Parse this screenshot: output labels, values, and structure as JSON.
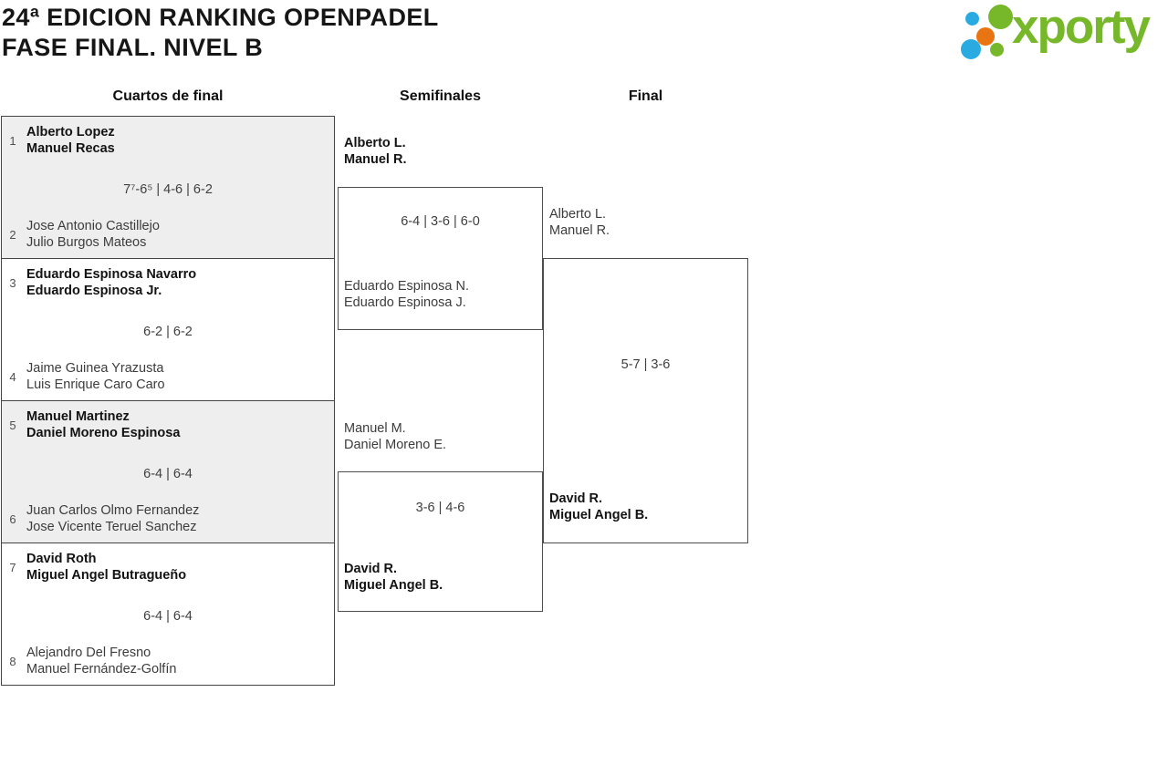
{
  "header": {
    "title_line1": "24ª EDICION RANKING OPENPADEL",
    "title_line2": "FASE FINAL. NIVEL B"
  },
  "logo": {
    "text": "xporty",
    "green": "#76b82a",
    "blue": "#29abe2",
    "orange": "#e87511"
  },
  "columns": {
    "quarterfinals": "Cuartos de final",
    "semifinals": "Semifinales",
    "final": "Final"
  },
  "quarterfinals": [
    {
      "seed_top": "1",
      "top": [
        "Alberto Lopez",
        "Manuel Recas"
      ],
      "score": "7⁷-6⁵ | 4-6 | 6-2",
      "seed_bottom": "2",
      "bottom": [
        "Jose Antonio Castillejo",
        "Julio Burgos Mateos"
      ],
      "winner": "top"
    },
    {
      "seed_top": "3",
      "top": [
        "Eduardo Espinosa Navarro",
        "Eduardo Espinosa Jr."
      ],
      "score": "6-2 | 6-2",
      "seed_bottom": "4",
      "bottom": [
        "Jaime Guinea Yrazusta",
        "Luis Enrique Caro Caro"
      ],
      "winner": "top"
    },
    {
      "seed_top": "5",
      "top": [
        "Manuel Martinez",
        "Daniel Moreno Espinosa"
      ],
      "score": "6-4 | 6-4",
      "seed_bottom": "6",
      "bottom": [
        "Juan Carlos Olmo Fernandez",
        "Jose Vicente Teruel Sanchez"
      ],
      "winner": "top"
    },
    {
      "seed_top": "7",
      "top": [
        "David Roth",
        "Miguel Angel Butragueño"
      ],
      "score": "6-4 | 6-4",
      "seed_bottom": "8",
      "bottom": [
        "Alejandro Del Fresno",
        "Manuel Fernández-Golfín"
      ],
      "winner": "top"
    }
  ],
  "semifinals": [
    {
      "top": [
        "Alberto L.",
        "Manuel R."
      ],
      "score": "6-4 | 3-6 | 6-0",
      "bottom": [
        "Eduardo Espinosa N.",
        "Eduardo Espinosa J."
      ],
      "winner": "top"
    },
    {
      "top": [
        "Manuel M.",
        "Daniel Moreno E."
      ],
      "score": "3-6 | 4-6",
      "bottom": [
        "David R.",
        "Miguel Angel B."
      ],
      "winner": "bottom"
    }
  ],
  "final": {
    "top": [
      "Alberto L.",
      "Manuel R."
    ],
    "score": "5-7 | 3-6",
    "bottom": [
      "David R.",
      "Miguel Angel B."
    ],
    "winner": "bottom"
  }
}
